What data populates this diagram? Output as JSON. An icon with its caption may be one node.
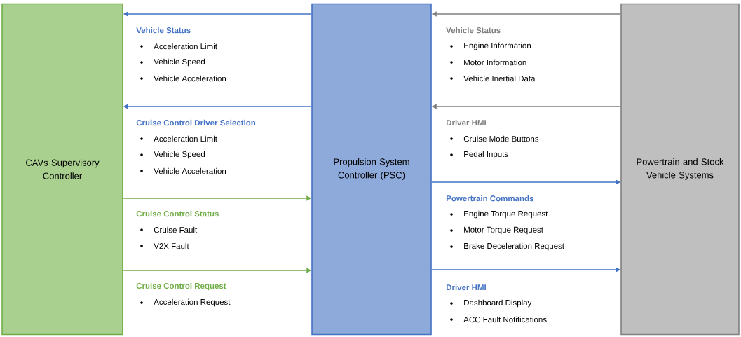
{
  "diagram": {
    "nodes": [
      {
        "text": [
          "CAVs Supervisory Controller"
        ]
      },
      {
        "text": [
          "Propulsion System Controller (PSC)"
        ]
      },
      {
        "text": [
          "Powertrain and Stock Vehicle Systems"
        ]
      }
    ],
    "edges": [
      {
        "from": 1,
        "to": 0,
        "arrow": "to",
        "label": "Vehicle Status",
        "color": "#4472c4"
      },
      {
        "from": 1,
        "to": 0,
        "arrow": "to",
        "label": "Cruise Control Driver Selection",
        "color": "#4472c4"
      },
      {
        "from": 0,
        "to": 1,
        "arrow": "to",
        "label": "Cruise Control Status",
        "color": "#70ad47"
      },
      {
        "from": 0,
        "to": 1,
        "arrow": "to",
        "label": "Cruise Control Request",
        "color": "#70ad47"
      },
      {
        "from": 2,
        "to": 1,
        "arrow": "to",
        "label": "Vehicle Status",
        "color": "#7f7f7f"
      },
      {
        "from": 2,
        "to": 1,
        "arrow": "to",
        "label": "Driver HMI",
        "color": "#7f7f7f"
      },
      {
        "from": 1,
        "to": 2,
        "arrow": "to",
        "label": "Powertrain Commands",
        "color": "#4472c4"
      },
      {
        "from": 1,
        "to": 2,
        "arrow": "to",
        "label": "Driver HMI",
        "color": "#4472c4"
      }
    ],
    "labels": [
      "Acceleration Limit",
      "Vehicle Speed",
      "Vehicle Acceleration",
      "Acceleration Limit",
      "Vehicle Speed",
      "Vehicle Acceleration",
      "Cruise Fault",
      "V2X Fault",
      "Acceleration Request",
      "Engine Information",
      "Motor Information",
      "Vehicle Inertial Data",
      "Cruise Mode Buttons",
      "Pedal Inputs",
      "Engine Torque Request",
      "Motor Torque Request",
      "Brake Deceleration Request",
      "Dashboard Display",
      "ACC Fault Notifications"
    ]
  }
}
